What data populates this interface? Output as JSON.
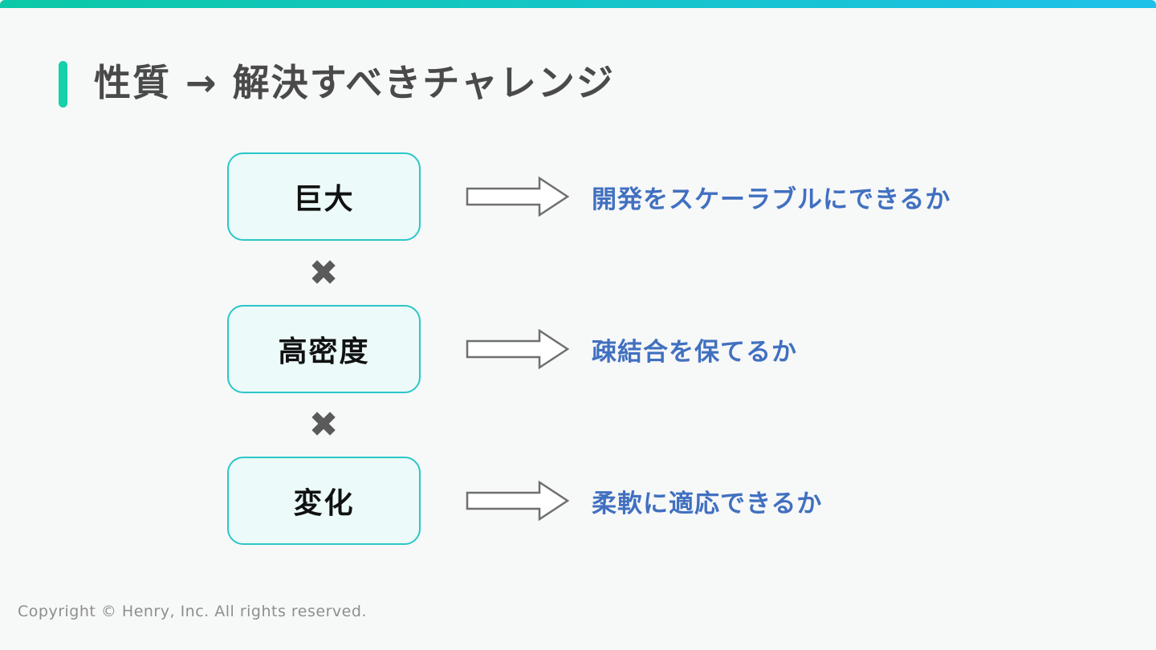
{
  "slide": {
    "title": "性質 → 解決すべきチャレンジ",
    "rows": [
      {
        "box": "巨大",
        "challenge": "開発をスケーラブルにできるか"
      },
      {
        "box": "高密度",
        "challenge": "疎結合を保てるか"
      },
      {
        "box": "変化",
        "challenge": "柔軟に適応できるか"
      }
    ],
    "multiply_symbol": "✖",
    "footer": "Copyright © Henry, Inc. All rights reserved.",
    "colors": {
      "page_bg": "#f7f8f8",
      "topbar_gradient_start": "#0bc9a6",
      "topbar_gradient_end": "#1ec1e9",
      "accent": "#15d1ab",
      "title_text": "#4a4a4a",
      "box_border": "#2bc6c9",
      "box_fill": "#ecfafa",
      "box_text": "#111111",
      "challenge_text": "#4170c0",
      "multiply": "#5a5a5a",
      "arrow_stroke": "#6f6f6f",
      "arrow_fill": "#ffffff",
      "footer_text": "#8e8e8e"
    }
  }
}
